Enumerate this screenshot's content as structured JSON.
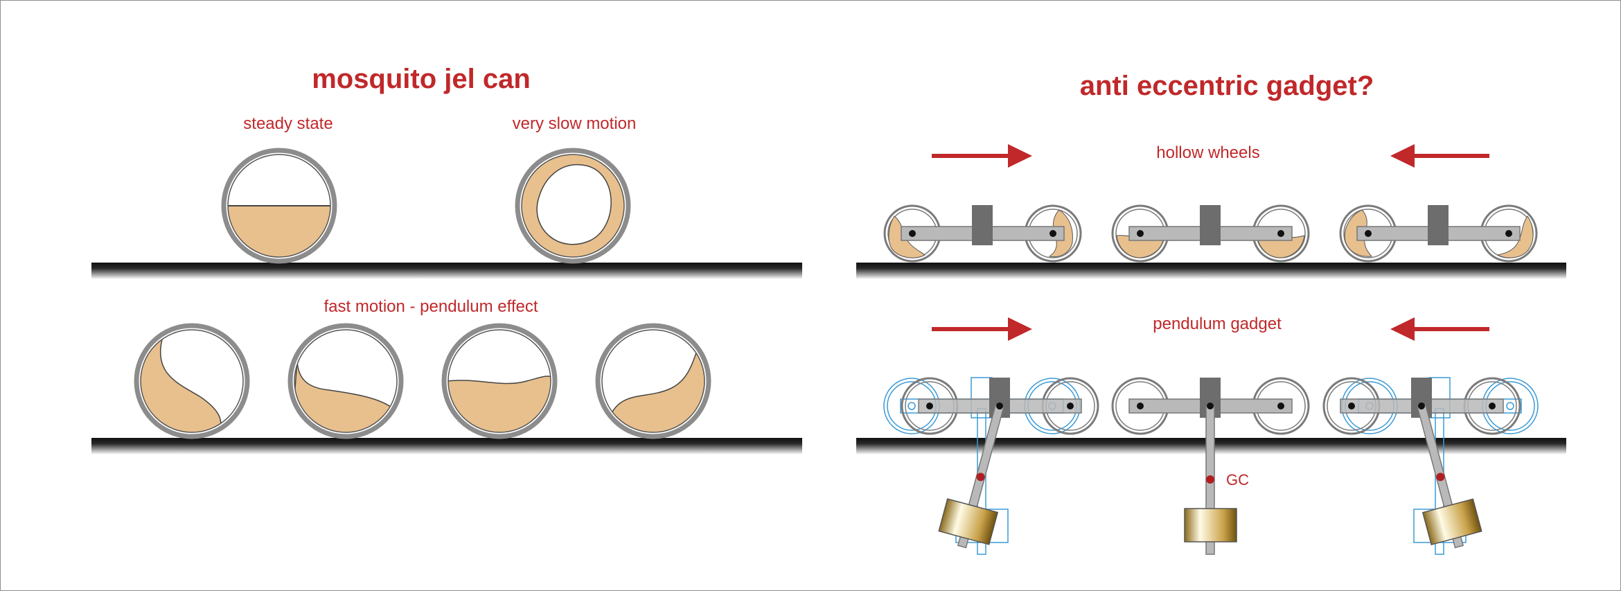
{
  "left_panel": {
    "title": "mosquito jel can",
    "labels": {
      "steady": "steady state",
      "slow": "very slow motion",
      "fast": "fast motion - pendulum effect"
    }
  },
  "right_panel": {
    "title": "anti eccentric gadget?",
    "labels": {
      "hollow": "hollow wheels",
      "pendulum": "pendulum gadget",
      "gc": "GC"
    }
  },
  "colors": {
    "accent_red": "#c0282a",
    "gel": "#e8c08e",
    "rim": "#8c8c8c",
    "body": "#b9b9b9",
    "block": "#6d6d6d",
    "trace_blue": "#3a9ad6"
  },
  "icons": [
    "arrow-right-icon",
    "arrow-left-icon"
  ]
}
